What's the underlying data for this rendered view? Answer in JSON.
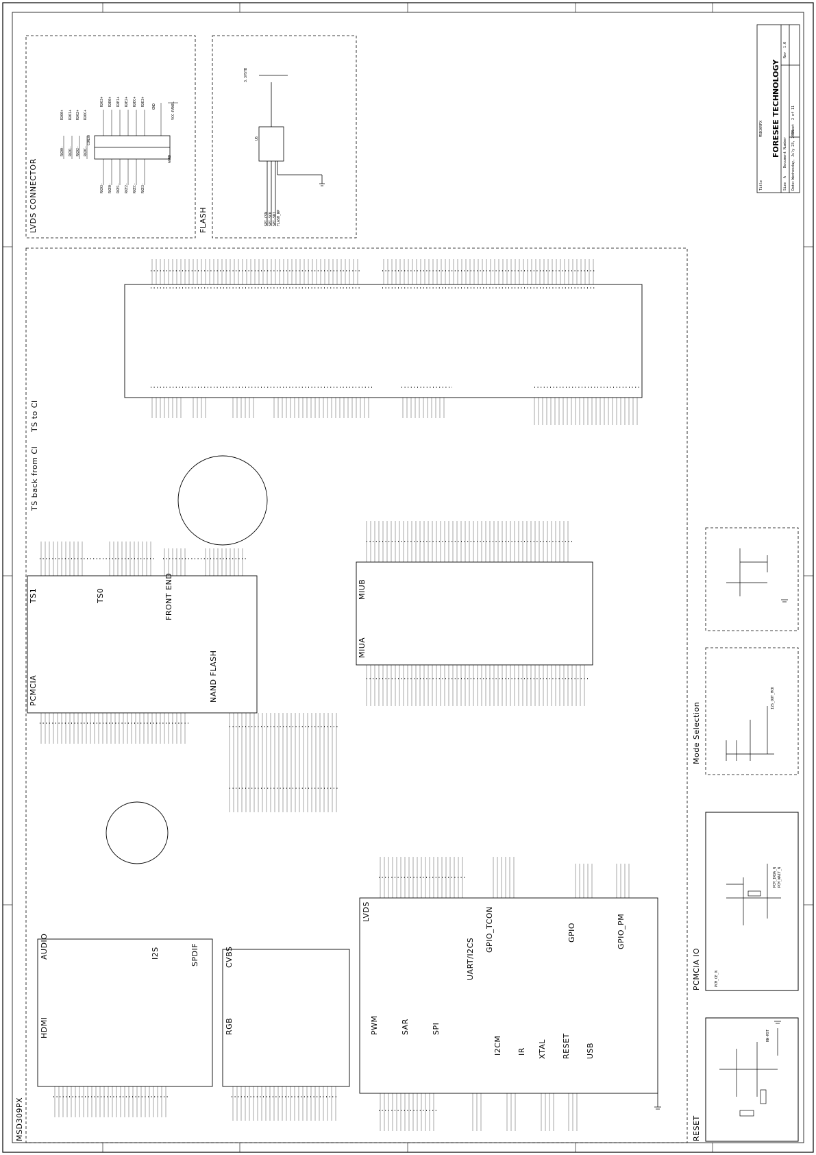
{
  "title_block": {
    "company": "FORESEE TECHNOLOGY",
    "title_label": "Title",
    "title": "MSD309PX",
    "size_label": "Size",
    "size": "A",
    "doc_label": "Document Number",
    "rev_label": "Rev",
    "rev": "1.0",
    "date_label": "Date:",
    "date": "Wednesday, July 23, 2008",
    "sheet_label": "Sheet",
    "sheet": "2 of 11"
  },
  "sections": {
    "lvds_connector": "LVDS CONNECTOR",
    "flash": "FLASH",
    "pcmcia_io": "PCMCIA IO",
    "mode_selection": "Mode Selection",
    "reset": "RESET",
    "chip": "MSD309PX",
    "ts_to_ci": "TS to CI",
    "ts_back_from_ci": "TS back from CI"
  },
  "blocks": {
    "ts1": "TS1",
    "ts0": "TS0",
    "pcmcia": "PCMCIA",
    "front_end": "FRONT END",
    "nand_flash": "NAND FLASH",
    "miub": "MIUB",
    "miua": "MIUA",
    "audio": "AUDIO",
    "i2s": "I2S",
    "spdif": "SPDIF",
    "hdmi": "HDMI",
    "cvbs": "CVBS",
    "rgb": "RGB",
    "lvds": "LVDS",
    "gpio_tcon": "GPIO_TCON",
    "gpio": "GPIO",
    "gpio_pm": "GPIO_PM",
    "pwm": "PWM",
    "sar": "SAR",
    "spi": "SPI",
    "uart_i2cs": "UART/I2CS",
    "i2cm": "I2CM",
    "ir": "IR",
    "xtal": "XTAL",
    "reset": "RESET",
    "usb": "USB"
  },
  "parts": {
    "lvds_conn": "CON30",
    "flash_ic": "U6",
    "vcc_panel": "VCC-PANEL",
    "agnd": "AGND",
    "gnd": "GND",
    "supply_33": "3.3VSTB",
    "pcm_irqa": "PCM_IRQA_N",
    "pcm_wait": "PCM_WAIT_N",
    "pcm_ce": "PCM_CE_N",
    "i2s_out_mck": "I2S_OUT_MCK",
    "sw_rst": "HW-RST"
  },
  "lvds_pins_left": [
    "RXO0-",
    "RXO1-",
    "RXO2-",
    "RXOC-",
    "RXO3-",
    "RXE0-",
    "RXE1-",
    "RXE2-",
    "RXEC-",
    "RXE3-"
  ],
  "lvds_pins_right": [
    "RXO0+",
    "RXO1+",
    "RXO2+",
    "RXOC+",
    "RXO3+",
    "RXE0+",
    "RXE1+",
    "RXE2+",
    "RXEC+",
    "RXE3+"
  ],
  "flash_pins": [
    "SPI-CSN",
    "SPI-SCK",
    "SPI-SDI",
    "FLASH_WP"
  ],
  "colors": {
    "ink": "#000000",
    "paper": "#ffffff",
    "stamp": "#000000"
  }
}
